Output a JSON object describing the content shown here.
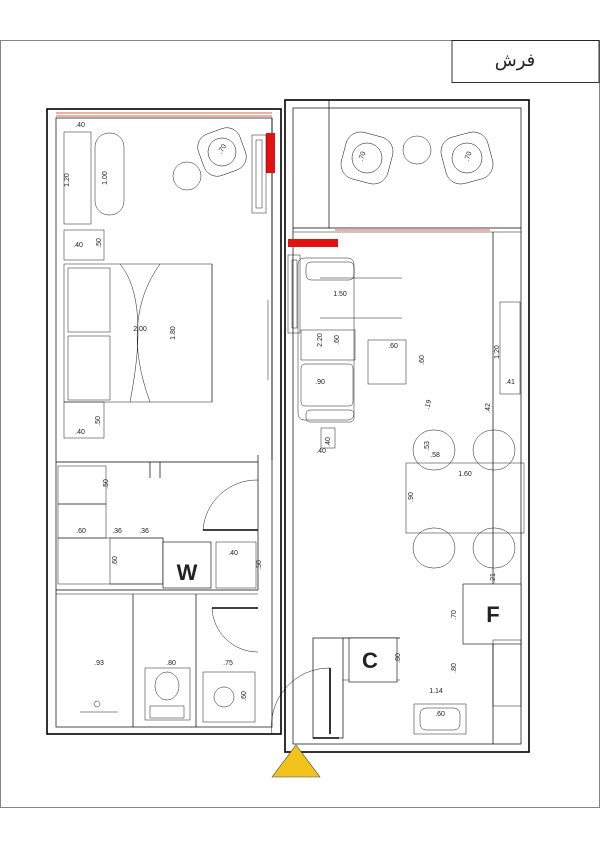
{
  "title": "فرش",
  "symbols": {
    "w": "W",
    "c": "C",
    "f": "F"
  },
  "colors": {
    "accent": "#e21212",
    "entrance": "#f2c31a",
    "line": "#000000"
  },
  "dimensions": {
    "bed_head_w": ".40",
    "side_table_h": "1.20",
    "rug_h": "1.00",
    "small_40_top": ".40",
    "small_50_top": ".50",
    "bed_w": "2.00",
    "bed_l": "1.80",
    "small_50_low": ".50",
    "small_40_low": ".40",
    "armchair_a": ".70",
    "balcony_chair_a": ".70",
    "balcony_chair_b": ".70",
    "sofa_w": "1.50",
    "sofa_l": "2.20",
    "sofa_d": ".60",
    "ottoman_w": ".90",
    "table_w": ".60",
    "table_h": ".60",
    "clear_19": ".19",
    "side_120": "1.20",
    "side_41": ".41",
    "clear_42": ".42",
    "low_40_a": ".40",
    "low_40_b": ".40",
    "chair_53": ".53",
    "chair_58": ".58",
    "dining_l": "1.60",
    "dining_w": ".90",
    "clear_21": ".21",
    "fridge_70": ".70",
    "counter_80_a": ".80",
    "counter_80_b": ".80",
    "counter_114": "1.14",
    "sink_60": ".60",
    "closet_50": ".50",
    "wardrobe_60": ".60",
    "wardrobe_36_a": ".36",
    "wardrobe_36_b": ".36",
    "wardrobe_60_v": ".60",
    "wm_40": ".40",
    "wm_50": ".50",
    "bath_93": ".93",
    "bath_80": ".80",
    "bath_75": ".75",
    "bath_60": ".60"
  }
}
